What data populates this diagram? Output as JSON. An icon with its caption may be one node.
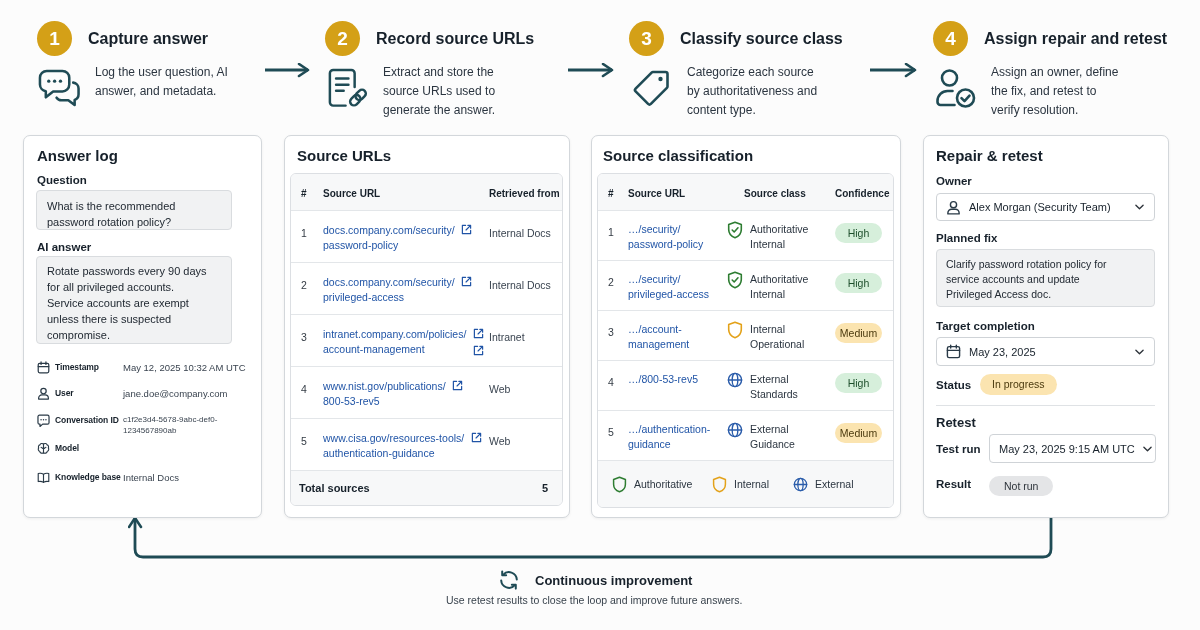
{
  "diagram": {
    "nodes": [
      {
        "text": [
          "1",
          "Capture answer",
          "Log the user question, AI answer, and metadata."
        ]
      },
      {
        "text": [
          "2",
          "Record source URLs",
          "Extract and store the source URLs used to generate the answer."
        ]
      },
      {
        "text": [
          "3",
          "Classify source class",
          "Categorize each source by authoritativeness and content type."
        ]
      },
      {
        "text": [
          "4",
          "Assign repair and retest",
          "Assign an owner, define the fix, and retest to verify resolution."
        ]
      },
      {
        "text": [
          "Answer log",
          "Question",
          "AI answer",
          "Timestamp",
          "May 12, 2025 10:32 AM UTC",
          "User",
          "jane.doe@company.com",
          "Conversation ID",
          "c1f2e3d4-5678-9abc-def0-1234567890ab",
          "Model",
          "Knowledge base",
          "Internal Docs"
        ]
      },
      {
        "text": [
          "What is the recommended password rotation policy?"
        ],
        "in": 4
      },
      {
        "text": [
          "Rotate passwords every 90 days for all privileged accounts. Service accounts are exempt unless there is suspected compromise."
        ],
        "in": 4
      },
      {
        "text": [
          "Source URLs"
        ]
      },
      {
        "text": [
          "#",
          "Source URL",
          "Retrieved from",
          "1",
          "docs.company.com/security/ password-policy",
          "Internal Docs",
          "2",
          "docs.company.com/security/ privileged-access",
          "Internal Docs",
          "3",
          "intranet.company.com/policies/ account-management",
          "Intranet",
          "4",
          "www.nist.gov/publications/ 800-53-rev5",
          "Web",
          "5",
          "www.cisa.gov/resources-tools/ authentication-guidance",
          "Web",
          "Total sources",
          "5"
        ],
        "in": 7
      },
      {
        "text": [
          "Source classification"
        ]
      },
      {
        "text": [
          "#",
          "Source URL",
          "Source class",
          "Confidence",
          "1",
          "…/security/ password-policy",
          "Authoritative Internal",
          "2",
          "…/security/ privileged-access",
          "Authoritative Internal",
          "3",
          "…/account- management",
          "Internal Operational",
          "4",
          "…/800-53-rev5",
          "External Standards",
          "5",
          "…/authentication- guidance",
          "External Guidance"
        ],
        "in": 9
      },
      {
        "text": [
          "High"
        ],
        "in": 10
      },
      {
        "text": [
          "High"
        ],
        "in": 10
      },
      {
        "text": [
          "Medium"
        ],
        "in": 10
      },
      {
        "text": [
          "High"
        ],
        "in": 10
      },
      {
        "text": [
          "Medium"
        ],
        "in": 10
      },
      {
        "text": [
          "Repair & retest",
          "Owner",
          "Planned fix",
          "Target completion",
          "Status",
          "Retest",
          "Test run",
          "Result"
        ]
      },
      {
        "text": [
          "Alex Morgan (Security Team)"
        ],
        "in": 16
      },
      {
        "text": [
          "Clarify password rotation policy for service accounts and update Privileged Access doc."
        ],
        "in": 16
      },
      {
        "text": [
          "May 23, 2025"
        ],
        "in": 16
      },
      {
        "text": [
          "In progress"
        ],
        "in": 16
      },
      {
        "text": [
          "May 23, 2025 9:15 AM UTC"
        ],
        "in": 16
      },
      {
        "text": [
          "Not run"
        ],
        "in": 16
      }
    ],
    "edges": [
      {
        "from": 0,
        "to": 1,
        "arrow": "to"
      },
      {
        "from": 1,
        "to": 2,
        "arrow": "to"
      },
      {
        "from": 2,
        "to": 3,
        "arrow": "to"
      },
      {
        "from": 16,
        "to": 4,
        "arrow": "to"
      }
    ],
    "labels": [
      "Continuous improvement",
      "Use retest results to close the loop and improve future answers."
    ],
    "legend": [
      {
        "text": "Authoritative"
      },
      {
        "text": "Internal"
      },
      {
        "text": "External"
      }
    ]
  }
}
